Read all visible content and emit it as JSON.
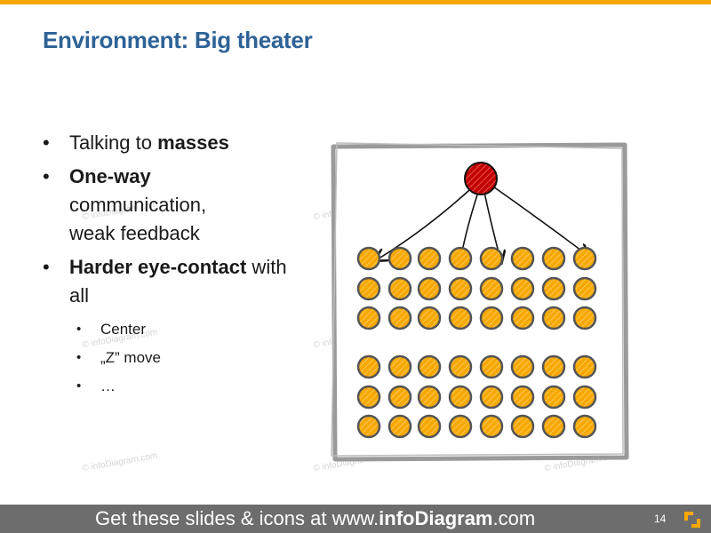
{
  "slide": {
    "title": "Environment: Big theater",
    "accent_color": "#f6a800",
    "title_color": "#2e6296"
  },
  "bullets": {
    "b1": {
      "pre": "Talking to ",
      "bold": "masses"
    },
    "b2": {
      "bold": "One-way",
      "line2": "communication,",
      "line3": "weak feedback"
    },
    "b3": {
      "bold": "Harder eye-contact",
      "post": " with",
      "line2": "all"
    },
    "sub": [
      "Center",
      "„Z” move",
      "…"
    ]
  },
  "watermark": "© infoDiagram.com",
  "diagram": {
    "speaker_color": "#c00000",
    "audience_color": "#f6a800",
    "frame_color": "#9a9a9a"
  },
  "footer": {
    "pre": "Get these slides & icons at www.",
    "brand": "infoDiagram",
    "post": ".com",
    "page_number": "14"
  }
}
